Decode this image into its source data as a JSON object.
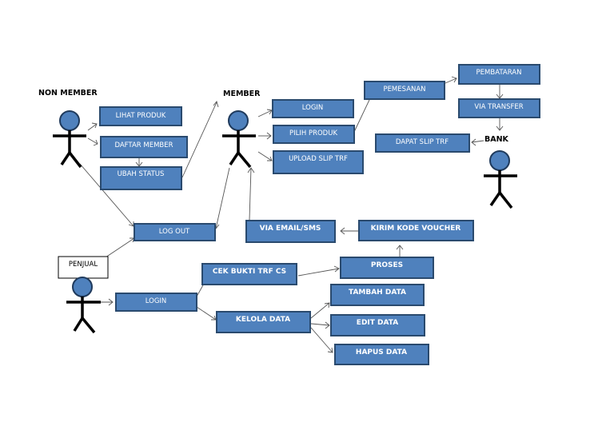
{
  "actors": {
    "non_member": "NON MEMBER",
    "member": "MEMBER",
    "bank": "BANK",
    "penjual": "PENJUAL"
  },
  "boxes": {
    "lihat_produk": "LIHAT PRODUK",
    "daftar_member": "DAFTAR MEMBER",
    "ubah_status": "UBAH STATUS",
    "log_out": "LOG OUT",
    "member_login": "LOGIN",
    "pilih_produk": "PILIH PRODUK",
    "upload_slip": "UPLOAD SLIP TRF",
    "pemesanan": "PEMESANAN",
    "pembataran": "PEMBATARAN",
    "via_transfer": "VIA TRANSFER",
    "dapat_slip": "DAPAT SLIP TRF",
    "via_email": "VIA EMAIL/SMS",
    "kirim_kode": "KIRIM KODE VOUCHER",
    "proses": "PROSES",
    "cek_bukti": "CEK BUKTI TRF CS",
    "penjual_login": "LOGIN",
    "kelola_data": "KELOLA DATA",
    "tambah_data": "TAMBAH DATA",
    "edit_data": "EDIT DATA",
    "hapus_data": "HAPUS DATA"
  },
  "colors": {
    "box_fill": "#4f81bd",
    "box_border": "#2a4a6e",
    "box_text": "#ffffff"
  }
}
